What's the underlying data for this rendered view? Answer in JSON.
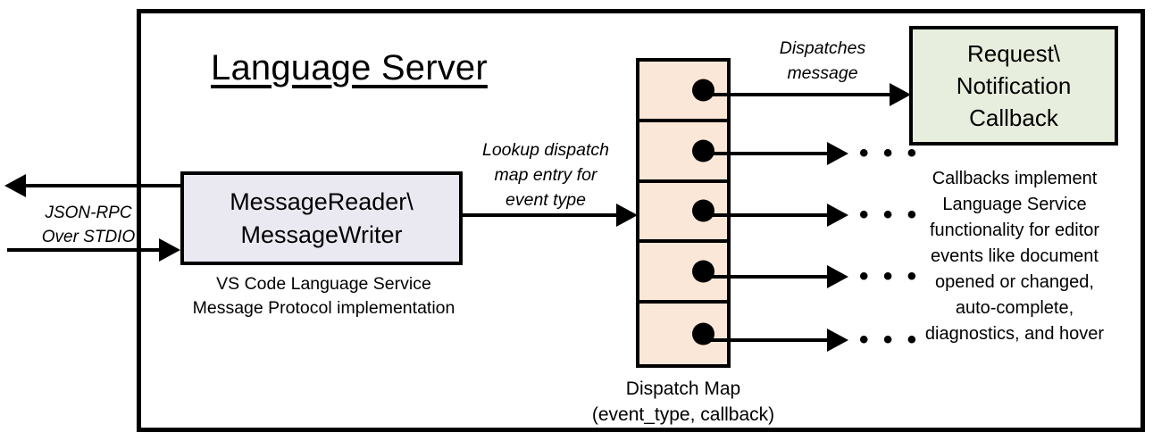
{
  "diagram": {
    "title": "Language Server",
    "external_protocol": {
      "label": "JSON-RPC\nOver STDIO",
      "inbound_arrow": "arrow-right-icon",
      "outbound_arrow": "arrow-left-icon"
    },
    "reader_box": {
      "text": "MessageReader\\\nMessageWriter",
      "caption": "VS Code Language Service\nMessage Protocol implementation",
      "fill": "#eae9f2",
      "stroke": "#000000"
    },
    "lookup_edge": {
      "label": "Lookup dispatch\nmap entry for\nevent type"
    },
    "dispatch_map": {
      "caption": "Dispatch Map\n(event_type, callback)",
      "fill": "#fbe7d8",
      "stroke": "#000000",
      "row_count": 5,
      "rows": [
        {
          "dot": "callback-dot-icon",
          "target": "callback-box"
        },
        {
          "dot": "callback-dot-icon",
          "target": "ellipsis"
        },
        {
          "dot": "callback-dot-icon",
          "target": "ellipsis"
        },
        {
          "dot": "callback-dot-icon",
          "target": "ellipsis"
        },
        {
          "dot": "callback-dot-icon",
          "target": "ellipsis"
        }
      ],
      "ellipsis_glyph": "• • •"
    },
    "dispatch_edge": {
      "label": "Dispatches\nmessage"
    },
    "callback_box": {
      "text": "Request\\\nNotification\nCallback",
      "caption": "Callbacks implement\nLanguage Service\nfunctionality for editor\nevents like document\nopened or changed,\nauto-complete,\ndiagnostics, and hover",
      "fill": "#e8eedd",
      "stroke": "#000000"
    }
  }
}
